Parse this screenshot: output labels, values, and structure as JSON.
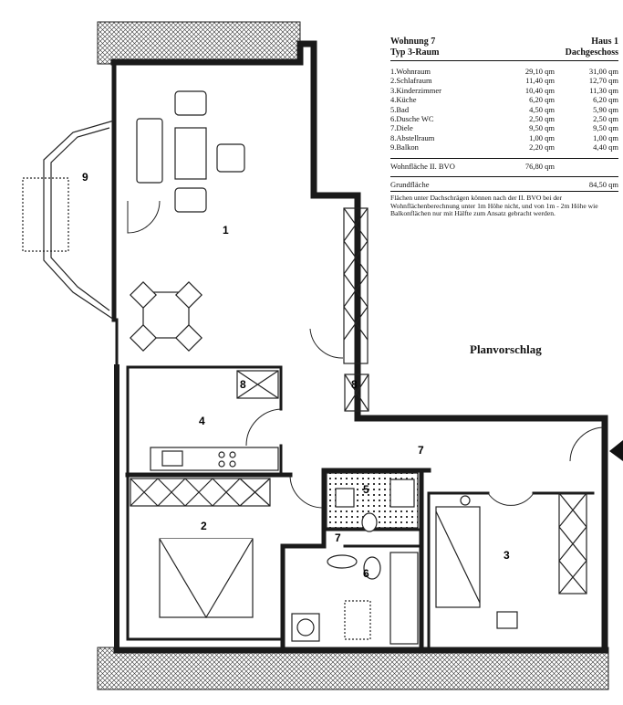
{
  "table": {
    "title_left": "Wohnung 7",
    "title_right": "Haus 1",
    "subtitle_left": "Typ 3-Raum",
    "subtitle_right": "Dachgeschoss",
    "rows": [
      {
        "name": "1.Wohnraum",
        "a": "29,10 qm",
        "b": "31,00 qm"
      },
      {
        "name": "2.Schlafraum",
        "a": "11,40 qm",
        "b": "12,70 qm"
      },
      {
        "name": "3.Kinderzimmer",
        "a": "10,40 qm",
        "b": "11,30 qm"
      },
      {
        "name": "4.Küche",
        "a": "6,20 qm",
        "b": "6,20 qm"
      },
      {
        "name": "5.Bad",
        "a": "4,50 qm",
        "b": "5,90 qm"
      },
      {
        "name": "6.Dusche WC",
        "a": "2,50 qm",
        "b": "2,50 qm"
      },
      {
        "name": "7.Diele",
        "a": "9,50 qm",
        "b": "9,50 qm"
      },
      {
        "name": "8.Abstellraum",
        "a": "1,00 qm",
        "b": "1,00 qm"
      },
      {
        "name": "9.Balkon",
        "a": "2,20 qm",
        "b": "4,40 qm"
      }
    ],
    "sum_label": "Wohnfläche II. BVO",
    "sum_value": "76,80 qm",
    "total_label": "Grundfläche",
    "total_value": "84,50 qm",
    "note": "Flächen unter Dachschrägen können nach der II. BVO bei der Wohnflächenberechnung unter 1m Höhe nicht, und von 1m - 2m Höhe wie Balkonflächen nur mit Hälfte zum Ansatz gebracht werden."
  },
  "plan_title": "Planvorschlag",
  "rooms": {
    "r1": "1",
    "r2": "2",
    "r3": "3",
    "r4": "4",
    "r5": "5",
    "r6": "6",
    "r7": "7",
    "r8a": "8",
    "r8b": "8",
    "r9": "9",
    "r7wc": "7"
  },
  "colors": {
    "wall": "#1a1a1a",
    "line": "#222222",
    "paper": "#ffffff"
  }
}
